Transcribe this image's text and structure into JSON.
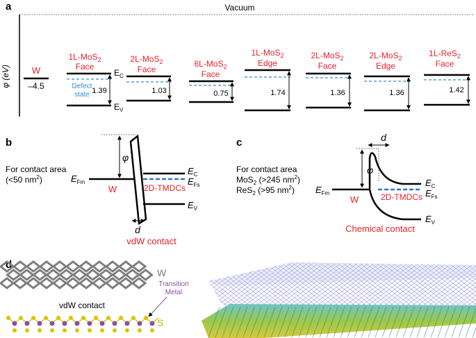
{
  "colors": {
    "material_label": "#e8202a",
    "defect_line": "#2a8fd2",
    "fermi_line": "#3b6fd0",
    "transition_metal": "#8a4fa6",
    "sulfur": "#d9c400",
    "tungsten": "#7d7d7d"
  },
  "panel_a": {
    "panel_label": "a",
    "vacuum_label": "Vacuum",
    "y_axis_label": "φ (eV)",
    "w_label": "W",
    "w_value": "–4.5",
    "defect_label_1": "Defect",
    "defect_label_2": "state",
    "ec_label": "E",
    "ec_sub": "C",
    "ev_label": "E",
    "ev_sub": "V",
    "materials": [
      {
        "name_main": "1L-MoS",
        "name_sub": "2",
        "name_line2": "Face",
        "gap": "1.39"
      },
      {
        "name_main": "2L-MoS",
        "name_sub": "2",
        "name_line2": "Face",
        "gap": "1.03"
      },
      {
        "name_main": "6L-MoS",
        "name_sub": "2",
        "name_line2": "Face",
        "gap": "0.75"
      },
      {
        "name_main": "1L-MoS",
        "name_sub": "2",
        "name_line2": "Edge",
        "gap": "1.74"
      },
      {
        "name_main": "2L-MoS",
        "name_sub": "2",
        "name_line2": "Face",
        "gap": "1.36"
      },
      {
        "name_main": "2L-MoS",
        "name_sub": "2",
        "name_line2": "Edge",
        "gap": "1.36"
      },
      {
        "name_main": "1L-ReS",
        "name_sub": "2",
        "name_line2": "Face",
        "gap": "1.42"
      }
    ]
  },
  "panel_b": {
    "panel_label": "b",
    "area_line1": "For contact area",
    "area_line2_pre": "(<50 nm",
    "area_line2_sup": "2",
    "area_line2_post": ")",
    "efm_main": "E",
    "efm_sub": "Fm",
    "w_label": "W",
    "phi": "φ",
    "ec_main": "E",
    "ec_sub": "C",
    "efs_main": "E",
    "efs_sub": "Fs",
    "ev_main": "E",
    "ev_sub": "V",
    "tmdc_label": "2D-TMDCs",
    "d_label": "d",
    "contact_label": "vdW contact"
  },
  "panel_c": {
    "panel_label": "c",
    "area_line1": "For contact area",
    "mos2_pre": "MoS",
    "mos2_sub": "2",
    "mos2_post": " (>245 nm",
    "mos2_sup": "2",
    "mos2_end": ")",
    "res2_pre": "ReS",
    "res2_sub": "2",
    "res2_post": " (>95 nm",
    "res2_sup": "2",
    "res2_end": ")",
    "efm_main": "E",
    "efm_sub": "Fm",
    "w_label": "W",
    "phi": "φ",
    "d_label": "d",
    "ec_main": "E",
    "ec_sub": "C",
    "efs_main": "E",
    "efs_sub": "Fs",
    "ev_main": "E",
    "ev_sub": "V",
    "tmdc_label": "2D-TMDCs",
    "contact_label": "Chemical contact"
  },
  "panel_d": {
    "panel_label": "d",
    "w_label": "W",
    "s_label": "S",
    "vdw_label": "vdW contact",
    "tm_label_1": "Transition",
    "tm_label_2": "Metal"
  }
}
